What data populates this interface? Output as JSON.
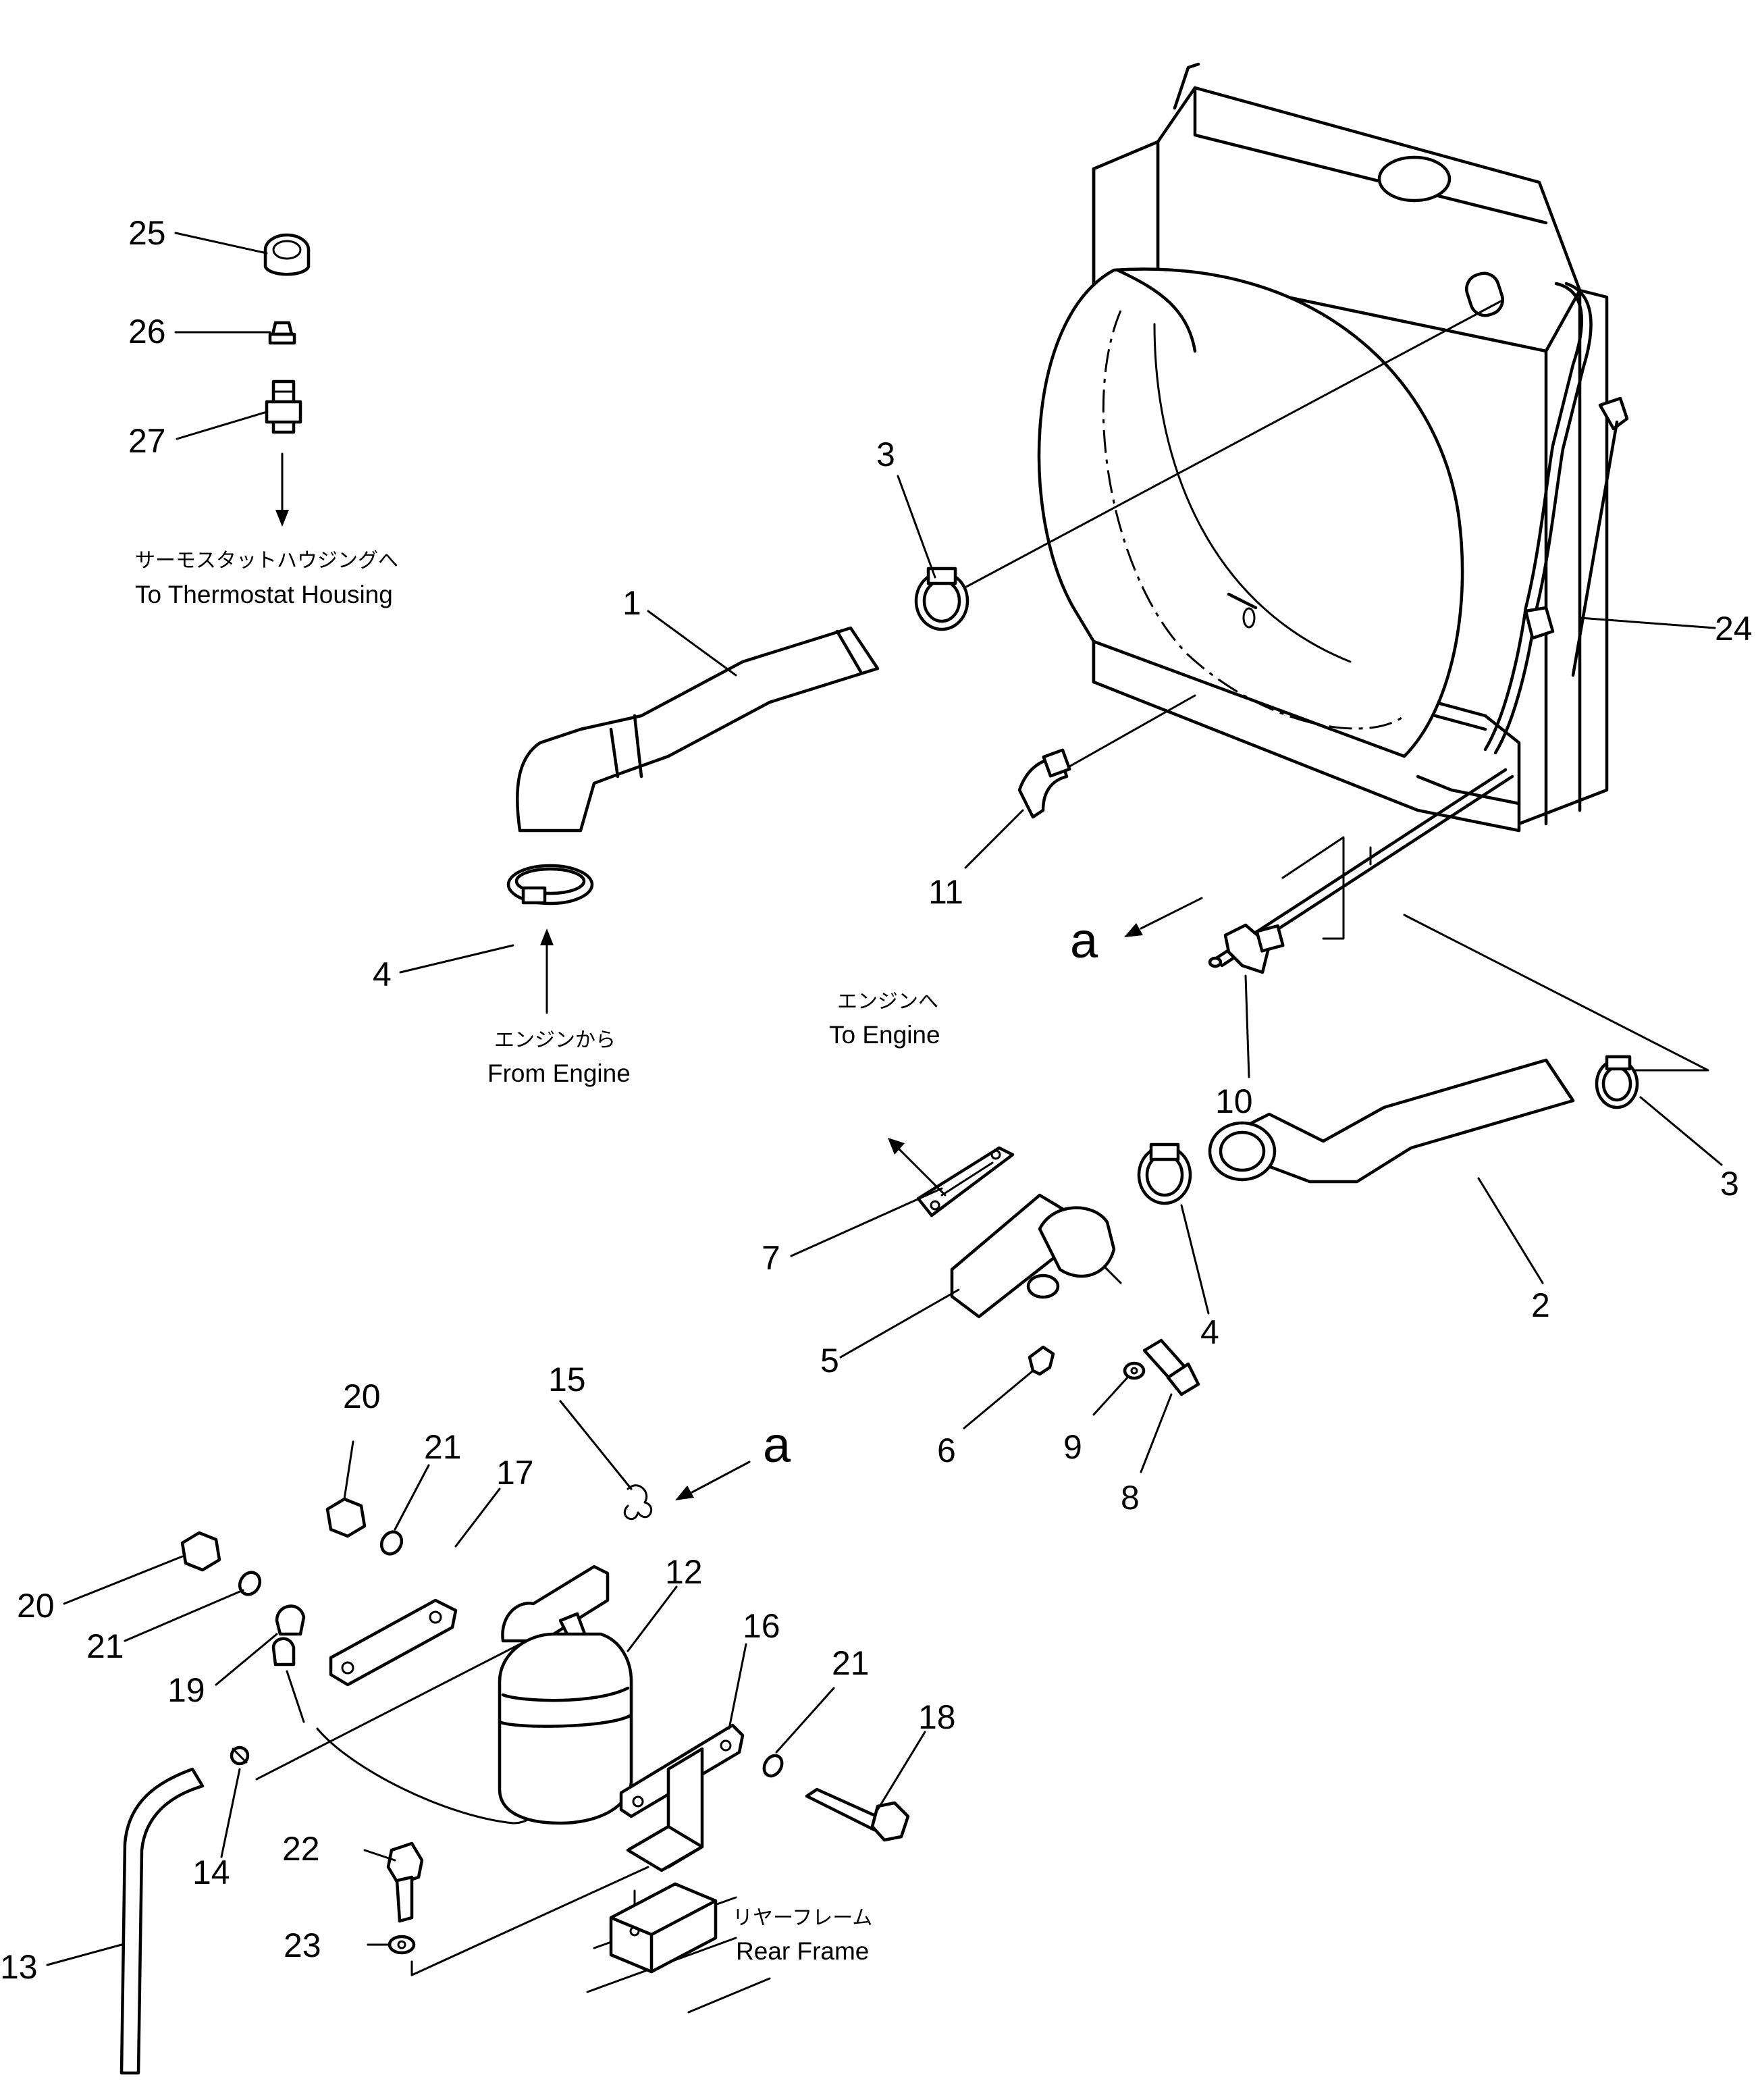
{
  "callouts": {
    "p1": "1",
    "p2": "2",
    "p3a": "3",
    "p3b": "3",
    "p4a": "4",
    "p4b": "4",
    "p5": "5",
    "p6": "6",
    "p7": "7",
    "p8": "8",
    "p9": "9",
    "p10": "10",
    "p11": "11",
    "p12": "12",
    "p13": "13",
    "p14": "14",
    "p15": "15",
    "p16": "16",
    "p17": "17",
    "p18": "18",
    "p19": "19",
    "p20a": "20",
    "p20b": "20",
    "p21a": "21",
    "p21b": "21",
    "p21c": "21",
    "p22": "22",
    "p23": "23",
    "p24": "24",
    "p25": "25",
    "p26": "26",
    "p27": "27"
  },
  "refs": {
    "a1": "a",
    "a2": "a"
  },
  "labels": {
    "thermostat_jp": "サーモスタットハウジングへ",
    "thermostat_en": "To Thermostat Housing",
    "from_engine_jp": "エンジンから",
    "from_engine_en": "From Engine",
    "to_engine_jp": "エンジンへ",
    "to_engine_en": "To Engine",
    "rear_frame_jp": "リヤーフレーム",
    "rear_frame_en": "Rear Frame"
  },
  "icons": {
    "radiator": "radiator-assembly-icon",
    "hose": "hose-icon",
    "clamp": "hose-clamp-icon",
    "reservoir": "reserve-tank-icon",
    "bolt": "bolt-icon",
    "nut": "nut-icon",
    "washer": "washer-icon",
    "elbow": "elbow-fitting-icon",
    "plug": "plug-icon",
    "bracket": "bracket-icon",
    "gasket": "gasket-icon"
  }
}
